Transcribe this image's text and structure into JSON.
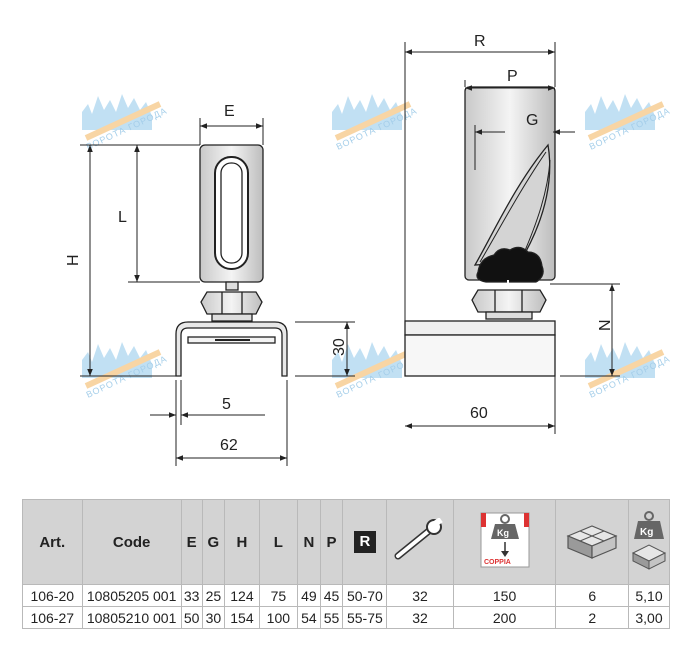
{
  "diagram": {
    "dims": {
      "E": "E",
      "L": "L",
      "H": "H",
      "thirty": "30",
      "five": "5",
      "sixty_two": "62",
      "R": "R",
      "P": "P",
      "G": "G",
      "N": "N",
      "sixty": "60"
    },
    "watermark": "ВОРОТА ГОРОДА"
  },
  "table": {
    "headers": [
      "Art.",
      "Code",
      "E",
      "G",
      "H",
      "L",
      "N",
      "P",
      "R"
    ],
    "icons": [
      "wrench-icon",
      "load-capacity-icon",
      "package-quantity-icon",
      "weight-icon"
    ],
    "icon_texts": {
      "kg": "Kg",
      "coppia": "COPPIA"
    },
    "rows": [
      [
        "106-20",
        "10805205 001",
        "33",
        "25",
        "124",
        "75",
        "49",
        "45",
        "50-70",
        "32",
        "150",
        "6",
        "5,10"
      ],
      [
        "106-27",
        "10805210 001",
        "50",
        "30",
        "154",
        "100",
        "54",
        "55",
        "55-75",
        "32",
        "200",
        "2",
        "3,00"
      ]
    ]
  }
}
